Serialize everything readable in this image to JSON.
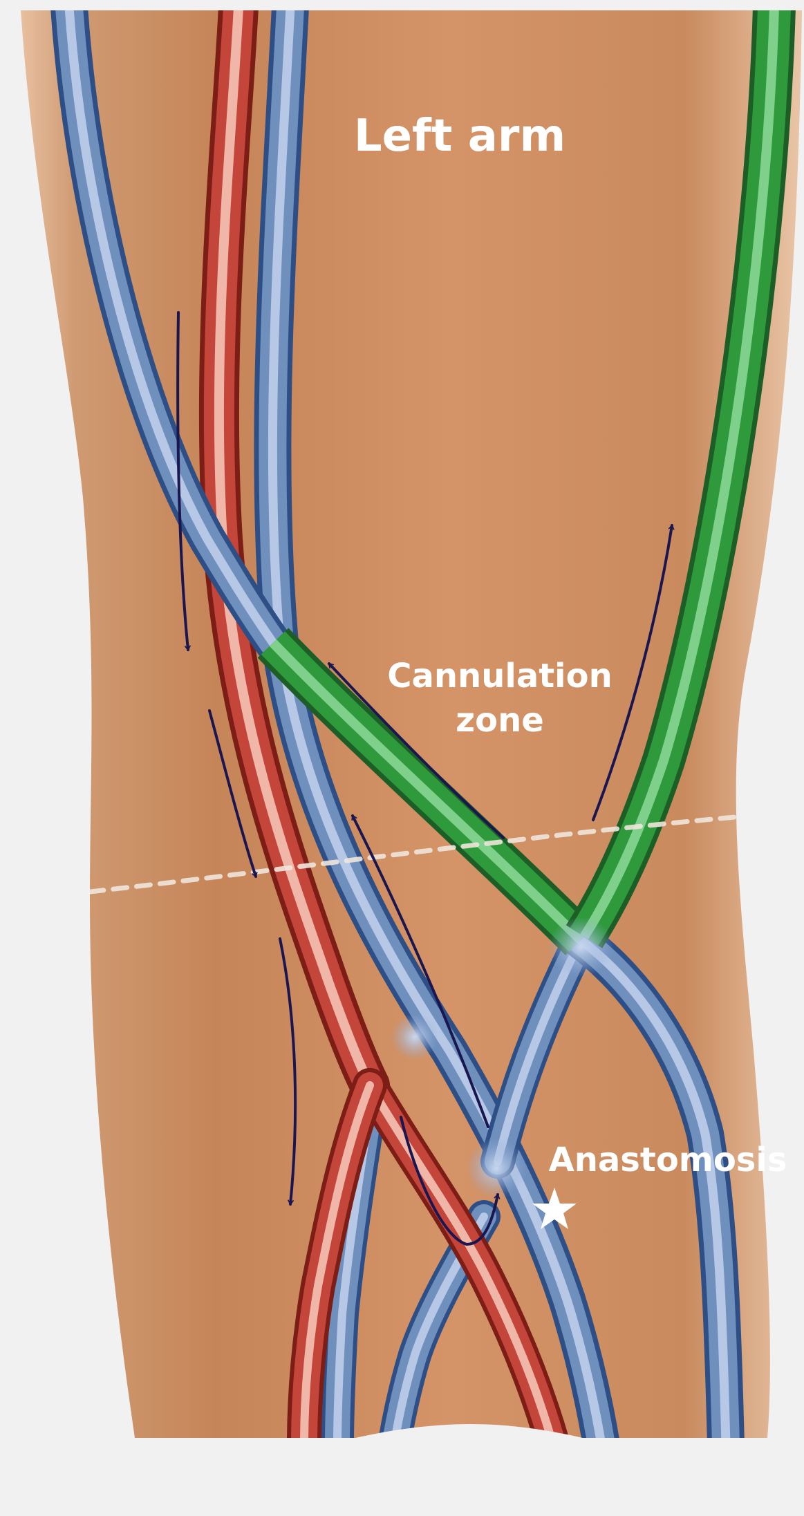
{
  "figure": {
    "title": "Left arm",
    "cannulation_label": [
      "Cannulation",
      "zone"
    ],
    "anastomosis_label": "Anastomosis",
    "star_icon": "star-icon"
  },
  "colors": {
    "background": "#f1f1f2",
    "skin": "#d09264",
    "vein": "#6f8fbd",
    "artery": "#c4453a",
    "fistula": "#2e9a3c",
    "arrow": "#1a1650",
    "dashed_line": "#efe6dc",
    "label": "#ffffff"
  }
}
